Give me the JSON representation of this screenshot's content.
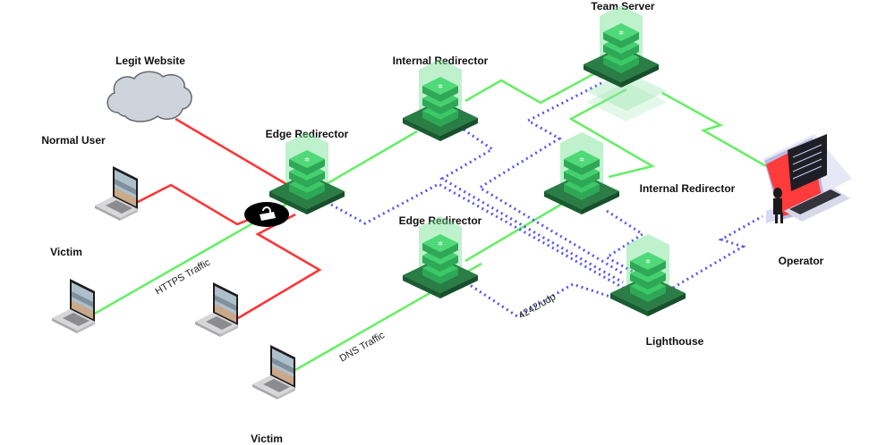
{
  "title": "C2 Infrastructure Network Diagram",
  "colors": {
    "victim_link": "#ff3333",
    "c2_link": "#66ee66",
    "nebula_link": "#5555ee",
    "server_dark": "#1f6b3a",
    "server_mid": "#2fb15a",
    "server_light": "#45d16e",
    "cloud_fill": "#cfd4dc",
    "lock_bg": "#000000"
  },
  "nodes": {
    "legit_website": {
      "label": "Legit Website",
      "icon": "cloud-icon"
    },
    "normal_user": {
      "label": "Normal User",
      "icon": "laptop-icon"
    },
    "victim_1": {
      "label": "Victim",
      "icon": "laptop-icon"
    },
    "victim_2": {
      "label": "",
      "icon": "laptop-icon"
    },
    "victim_3": {
      "label": "Victim",
      "icon": "laptop-icon"
    },
    "edge_redirector_1": {
      "label": "Edge Redirector",
      "icon": "server-stack-icon"
    },
    "edge_redirector_2": {
      "label": "Edge Redirector",
      "icon": "server-stack-icon"
    },
    "internal_redirector_1": {
      "label": "Internal Redirector",
      "icon": "server-stack-icon"
    },
    "internal_redirector_2": {
      "label": "Internal Redirector",
      "icon": "server-stack-icon"
    },
    "team_server": {
      "label": "Team Server",
      "icon": "server-stack-icon"
    },
    "lighthouse": {
      "label": "Lighthouse",
      "icon": "server-stack-icon"
    },
    "operator": {
      "label": "Operator",
      "icon": "hacker-laptop-icon"
    },
    "tls_lock": {
      "icon": "lock-icon"
    }
  },
  "edge_labels": {
    "https": "HTTPS Traffic",
    "dns": "DNS Traffic",
    "nebula": "4242/udp"
  }
}
